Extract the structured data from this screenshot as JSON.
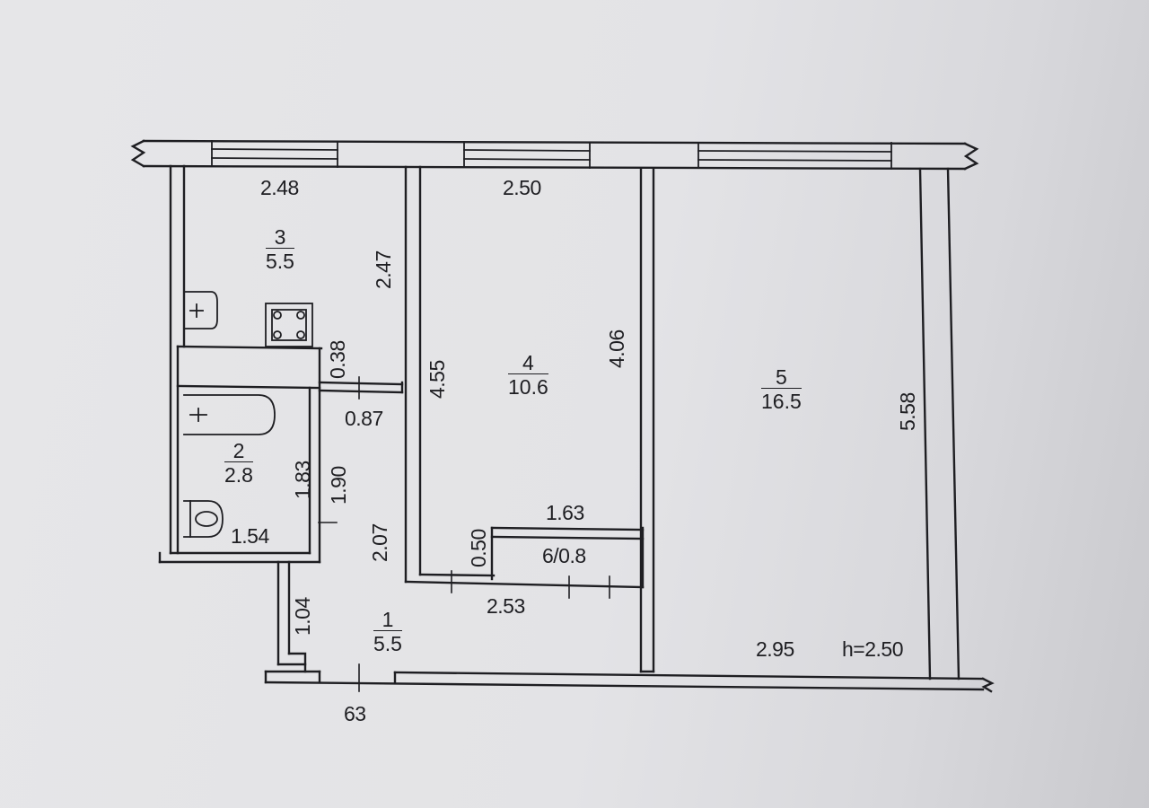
{
  "rooms": [
    {
      "number": "1",
      "area": "5.5"
    },
    {
      "number": "2",
      "area": "2.8"
    },
    {
      "number": "3",
      "area": "5.5"
    },
    {
      "number": "4",
      "area": "10.6"
    },
    {
      "number": "5",
      "area": "16.5"
    },
    {
      "room_6": "6/0.8"
    }
  ],
  "dimensions": {
    "d_248": "2.48",
    "d_250": "2.50",
    "d_247": "2.47",
    "d_038": "0.38",
    "d_087": "0.87",
    "d_455": "4.55",
    "d_406": "4.06",
    "d_558": "5.58",
    "d_183": "1.83",
    "d_190": "1.90",
    "d_154": "1.54",
    "d_207": "2.07",
    "d_163": "1.63",
    "d_050": "0.50",
    "d_253": "2.53",
    "d_104": "1.04",
    "d_295": "2.95",
    "d_63": "63"
  },
  "ceiling_height": "h=2.50",
  "colors": {
    "line": "#1e1e22",
    "paper": "#e4e4e6"
  }
}
